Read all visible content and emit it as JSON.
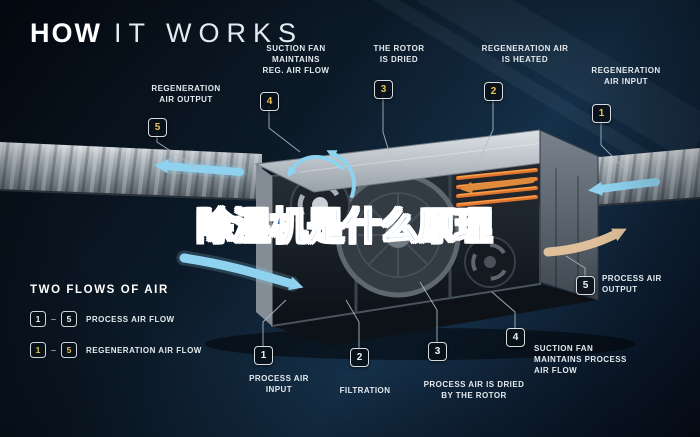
{
  "title": {
    "strong": "HOW",
    "light": "IT WORKS"
  },
  "watermark": {
    "text": "除湿机是什么原理"
  },
  "legend": {
    "title": "TWO FLOWS OF AIR",
    "rows": [
      {
        "from": "1",
        "dash": "–",
        "to": "5",
        "label": "PROCESS AIR FLOW"
      },
      {
        "from": "1",
        "dash": "–",
        "to": "5",
        "label": "REGENERATION AIR FLOW"
      }
    ]
  },
  "callouts": {
    "regeneration": [
      {
        "num": "5",
        "label": "REGENERATION\nAIR OUTPUT"
      },
      {
        "num": "4",
        "label": "SUCTION FAN\nMAINTAINS\nREG. AIR FLOW"
      },
      {
        "num": "3",
        "label": "THE ROTOR\nIS DRIED"
      },
      {
        "num": "2",
        "label": "REGENERATION AIR\nIS HEATED"
      },
      {
        "num": "1",
        "label": "REGENERATION\nAIR INPUT"
      }
    ],
    "process": [
      {
        "num": "1",
        "label": "PROCESS AIR\nINPUT"
      },
      {
        "num": "2",
        "label": "FILTRATION"
      },
      {
        "num": "3",
        "label": "PROCESS AIR IS DRIED\nBY THE ROTOR"
      },
      {
        "num": "4",
        "label": "SUCTION FAN\nMAINTAINS PROCESS\nAIR FLOW"
      },
      {
        "num": "5",
        "label": "PROCESS AIR\nOUTPUT"
      }
    ]
  },
  "colors": {
    "regen_badge_number": "#e8c35a",
    "process_badge_number": "#eef3f6",
    "air_flow_blue": "#8fd2ef",
    "heated_air_orange": "#e08a3c",
    "process_output_tan": "#dfc09a"
  }
}
